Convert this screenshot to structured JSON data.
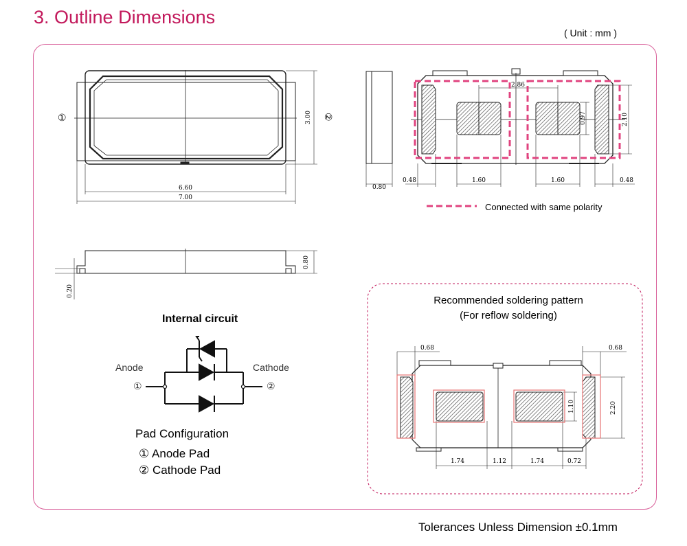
{
  "page": {
    "title": "3. Outline Dimensions",
    "unit": "( Unit : mm )",
    "tolerance": "Tolerances Unless Dimension ±0.1mm"
  },
  "top_view": {
    "pin1": "①",
    "pin2": "②",
    "dim_height": "3.00",
    "dim_inner_width": "6.60",
    "dim_outer_width": "7.00"
  },
  "end_view": {
    "dim_thickness": "0.80"
  },
  "bottom_view": {
    "dim_pad_gap": "2.86",
    "dim_pad_height": "0.97",
    "dim_total_height": "2.10",
    "dim_left_edge": "0.48",
    "dim_left_pad": "1.60",
    "dim_right_pad": "1.60",
    "dim_right_edge": "0.48",
    "legend": "Connected with same polarity",
    "legend_color": "#e0437f"
  },
  "side_view": {
    "dim_height": "0.80",
    "dim_standoff": "0.20"
  },
  "circuit": {
    "title": "Internal circuit",
    "anode": "Anode",
    "cathode": "Cathode",
    "pin1": "①",
    "pin2": "②"
  },
  "pad_config": {
    "title": "Pad Configuration",
    "items": [
      "① Anode Pad",
      "② Cathode Pad"
    ]
  },
  "solder": {
    "title_line1": "Recommended soldering pattern",
    "title_line2": "(For reflow soldering)",
    "dim_left_edge": "0.68",
    "dim_right_edge": "0.68",
    "dim_height": "2.20",
    "dim_pad_height": "1.10",
    "dim_pad1": "1.74",
    "dim_gap": "1.12",
    "dim_pad2": "1.74",
    "dim_margin": "0.72",
    "pad_color": "#e57373"
  }
}
